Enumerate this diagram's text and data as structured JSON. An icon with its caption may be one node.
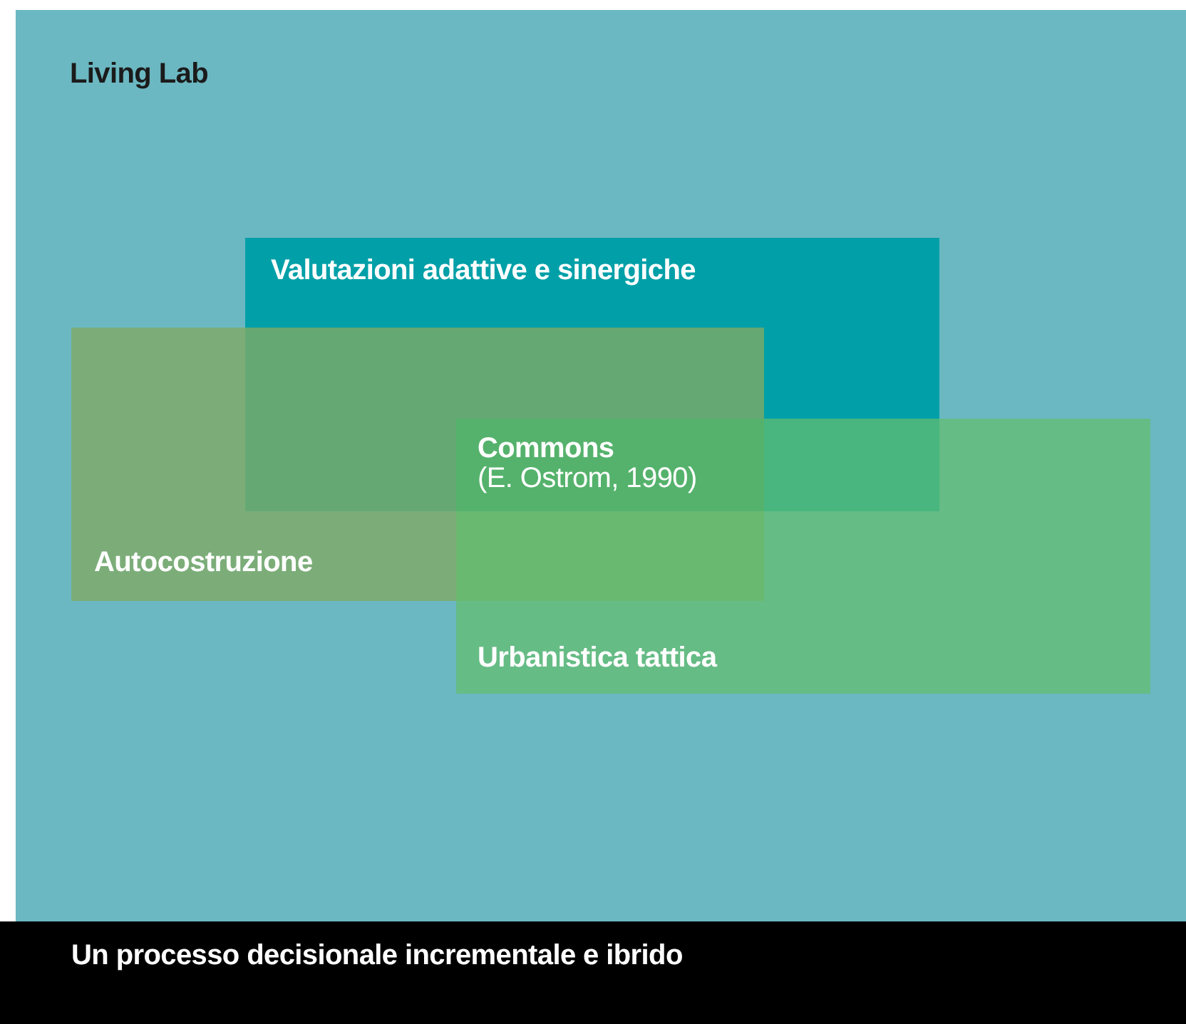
{
  "diagram": {
    "nodes": [
      {
        "text": [
          "Living Lab"
        ]
      },
      {
        "text": [
          "Valutazioni adattive e sinergiche"
        ],
        "in": 0
      },
      {
        "text": [
          "Autocostruzione"
        ],
        "in": 0
      },
      {
        "text": [
          "Commons",
          "(E. Ostrom, 1990)"
        ]
      },
      {
        "text": [
          "Urbanistica tattica"
        ],
        "in": 0
      },
      {
        "text": [
          "Un processo decisionale incrementale e ibrido"
        ]
      }
    ],
    "edges": []
  }
}
